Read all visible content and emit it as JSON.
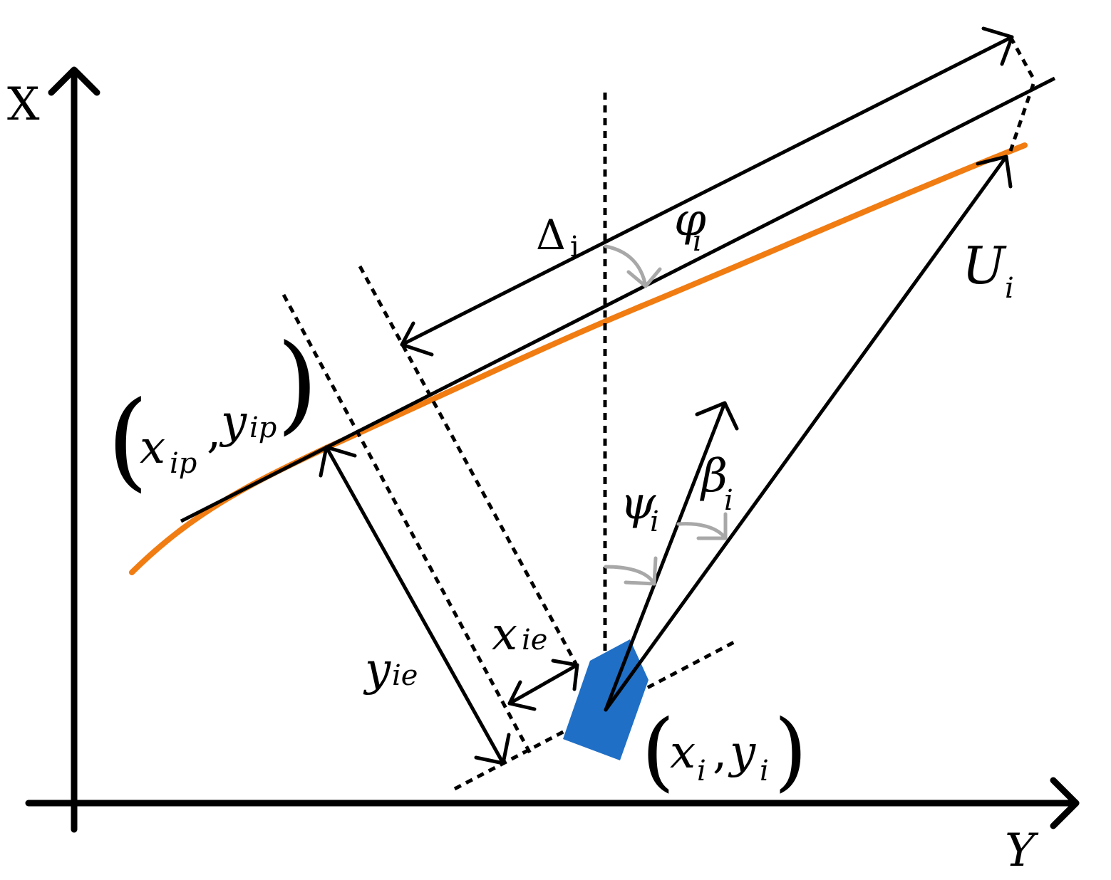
{
  "axes": {
    "x_axis_label": "X",
    "y_axis_label": "Y"
  },
  "labels": {
    "delta": {
      "symbol": "Δ",
      "sub": "i"
    },
    "phi": {
      "symbol": "φ",
      "sub": "i"
    },
    "u": {
      "symbol": "U",
      "sub": "i"
    },
    "psi": {
      "symbol": "ψ",
      "sub": "i"
    },
    "beta": {
      "symbol": "β",
      "sub": "i"
    },
    "x_ie": {
      "symbol": "x",
      "sub": "ie"
    },
    "y_ie": {
      "symbol": "y",
      "sub": "ie"
    },
    "path_point": {
      "open": "(",
      "x": "x",
      "x_sub": "ip",
      "comma": ",",
      "y": "y",
      "y_sub": "ip",
      "close": ")"
    },
    "vehicle_point": {
      "open": "(",
      "x": "x",
      "x_sub": "i",
      "comma": ",",
      "y": "y",
      "y_sub": "i",
      "close": ")"
    }
  },
  "colors": {
    "line": "#000000",
    "path": "#f07c12",
    "vehicle": "#1f6fc6",
    "angle_arrow": "#a8a8a8"
  }
}
